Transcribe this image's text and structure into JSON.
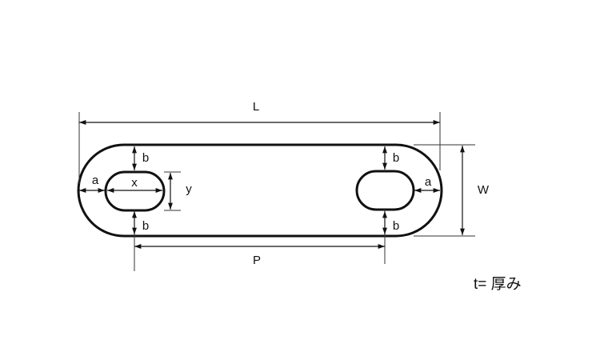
{
  "labels": {
    "length": "L",
    "width": "W",
    "pitch": "P",
    "edge_end": "a",
    "edge_side": "b",
    "slot_length": "x",
    "slot_width": "y"
  },
  "note": "t= 厚み"
}
